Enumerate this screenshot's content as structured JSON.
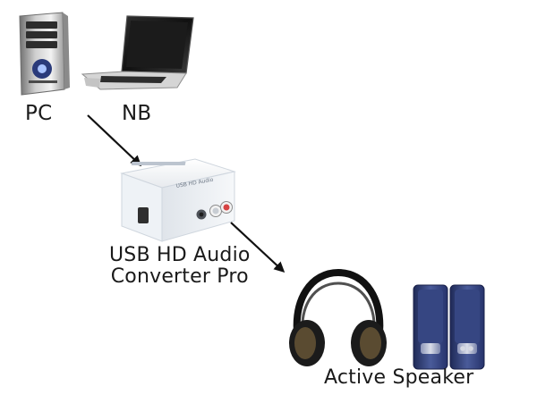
{
  "labels": {
    "pc": "PC",
    "nb": "NB",
    "device_line1": "USB HD Audio",
    "device_line2": "Converter Pro",
    "output": "Active Speaker"
  },
  "device_face_text": "USB HD Audio",
  "icons": {
    "pc": "desktop-tower-icon",
    "nb": "laptop-icon",
    "converter": "usb-audio-converter-icon",
    "headphones": "headphones-icon",
    "speakers": "desktop-speakers-icon",
    "arrow1": "arrow-right-down-icon",
    "arrow2": "arrow-right-down-icon"
  },
  "colors": {
    "arrow": "#111111",
    "device_body": "#f3f5f7",
    "speaker_body": "#2f3e78"
  }
}
